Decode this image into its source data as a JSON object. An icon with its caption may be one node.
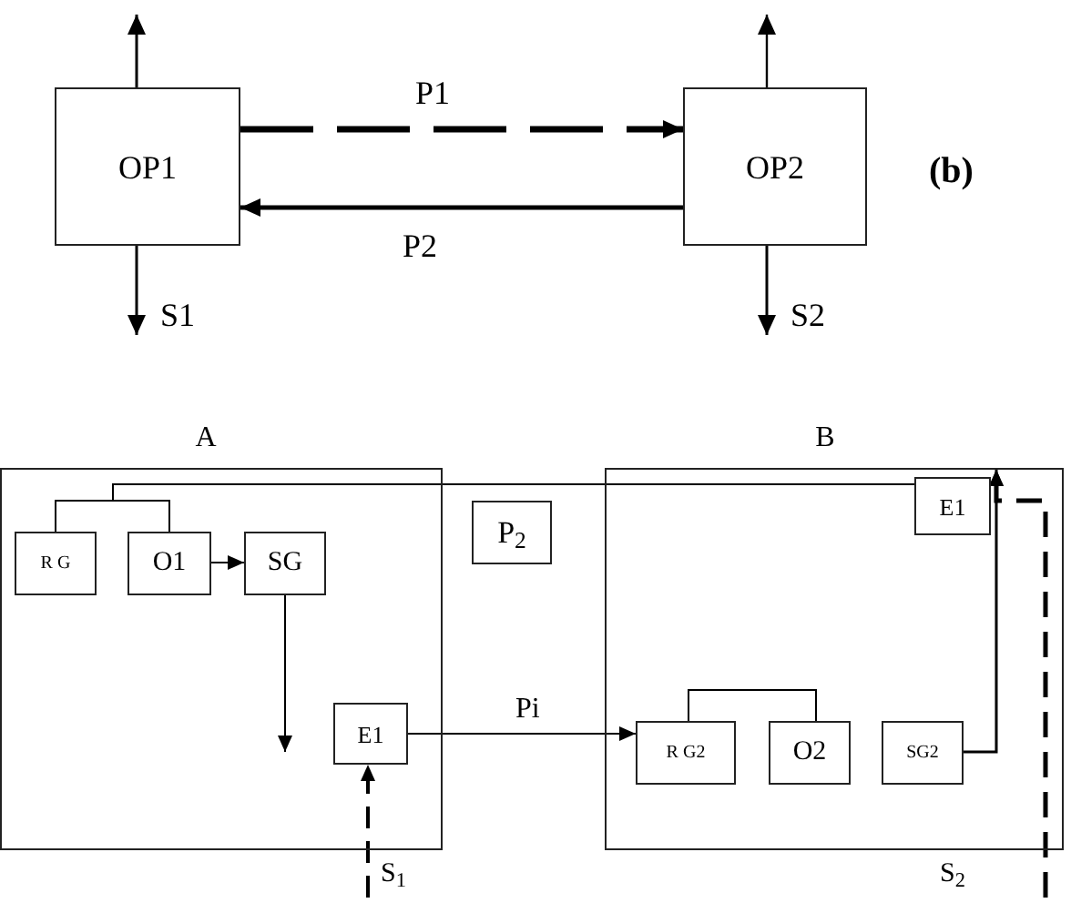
{
  "diagram": {
    "nodes": [
      {
        "text": [
          "OP1"
        ]
      },
      {
        "text": [
          "OP2"
        ]
      },
      {
        "text": [
          "A"
        ]
      },
      {
        "text": [
          "R G"
        ],
        "in": 2
      },
      {
        "text": [
          "O1"
        ],
        "in": 2
      },
      {
        "text": [
          "SG"
        ],
        "in": 2
      },
      {
        "text": [
          "E1"
        ],
        "in": 2
      },
      {
        "text": [
          "P$_{2}$"
        ]
      },
      {
        "text": [
          "B"
        ]
      },
      {
        "text": [
          "E1"
        ],
        "in": 8
      },
      {
        "text": [
          "R G2"
        ],
        "in": 8
      },
      {
        "text": [
          "O2"
        ],
        "in": 8
      },
      {
        "text": [
          "SG2"
        ],
        "in": 8
      }
    ],
    "edges": [
      {
        "from": 0,
        "to": 1,
        "arrow": "to",
        "style": "dashed",
        "label": "P1"
      },
      {
        "from": 1,
        "to": 0,
        "arrow": "to",
        "label": "P2"
      },
      {
        "from": 0,
        "to": null,
        "arrow": "to"
      },
      {
        "from": 0,
        "to": null,
        "arrow": "to",
        "label": "S1"
      },
      {
        "from": 1,
        "to": null,
        "arrow": "to"
      },
      {
        "from": 1,
        "to": null,
        "arrow": "to",
        "label": "S2"
      },
      {
        "from": 3,
        "to": 9,
        "arrow": "none"
      },
      {
        "from": 4,
        "to": 9,
        "arrow": "none"
      },
      {
        "from": 4,
        "to": 5,
        "arrow": "to"
      },
      {
        "from": 5,
        "to": null,
        "arrow": "to"
      },
      {
        "from": 6,
        "to": 10,
        "arrow": "to",
        "label": "Pi"
      },
      {
        "from": null,
        "to": 6,
        "arrow": "to",
        "style": "dashed",
        "label": "S$_{1}$"
      },
      {
        "from": 10,
        "to": 11,
        "arrow": "none"
      },
      {
        "from": 12,
        "to": 9,
        "arrow": "to"
      },
      {
        "from": null,
        "to": 9,
        "arrow": "to",
        "style": "dashed",
        "label": "S$_{2}$"
      }
    ],
    "labels": [
      "(b)"
    ]
  }
}
